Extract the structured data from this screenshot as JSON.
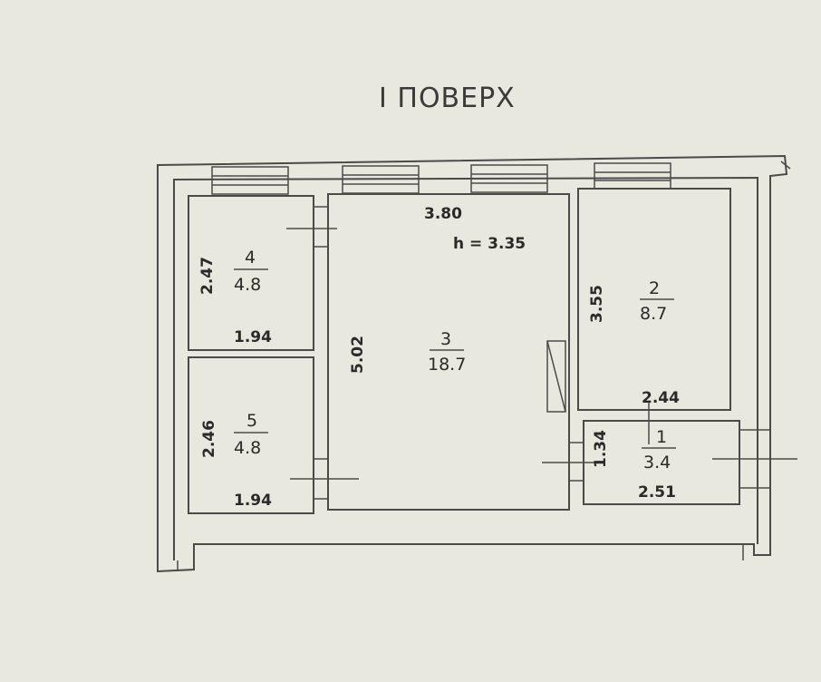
{
  "title": "I ПОВЕРХ",
  "ceiling_height": "h = 3.35",
  "rooms": [
    {
      "number": "1",
      "area": "3.4",
      "width": "2.51",
      "depth": "1.34"
    },
    {
      "number": "2",
      "area": "8.7",
      "width": "2.44",
      "depth": "3.55"
    },
    {
      "number": "3",
      "area": "18.7",
      "width": "3.80",
      "depth": "5.02"
    },
    {
      "number": "4",
      "area": "4.8",
      "width": "1.94",
      "depth": "2.47"
    },
    {
      "number": "5",
      "area": "4.8",
      "width": "1.94",
      "depth": "2.46"
    }
  ]
}
